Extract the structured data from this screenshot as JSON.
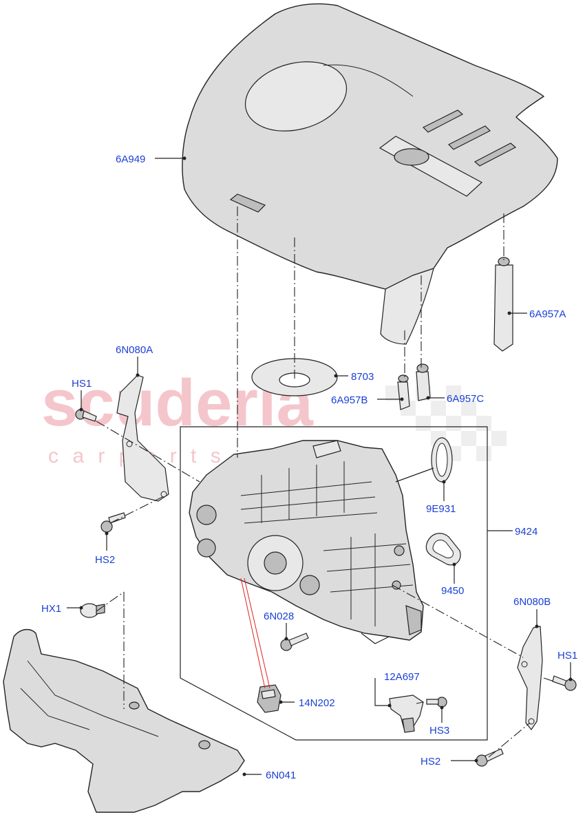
{
  "watermark": {
    "main": "scuderia",
    "sub": "c a r   p a r t s"
  },
  "labels": {
    "p6A949": "6A949",
    "p6A957A": "6A957A",
    "p6N080A": "6N080A",
    "pHS1_left": "HS1",
    "p8703": "8703",
    "p6A957B": "6A957B",
    "p6A957C": "6A957C",
    "p9E931": "9E931",
    "p9424": "9424",
    "pHS2_left": "HS2",
    "p9450": "9450",
    "pHX1": "HX1",
    "p6N028": "6N028",
    "p6N080B": "6N080B",
    "pHS1_right": "HS1",
    "p12A697": "12A697",
    "p14N202": "14N202",
    "pHS3": "HS3",
    "pHS2_right": "HS2",
    "p6N041": "6N041"
  },
  "colors": {
    "label": "#1a3fd6",
    "watermark": "#f4c6cc",
    "line": "#222222",
    "callout_red": "#e02020"
  }
}
